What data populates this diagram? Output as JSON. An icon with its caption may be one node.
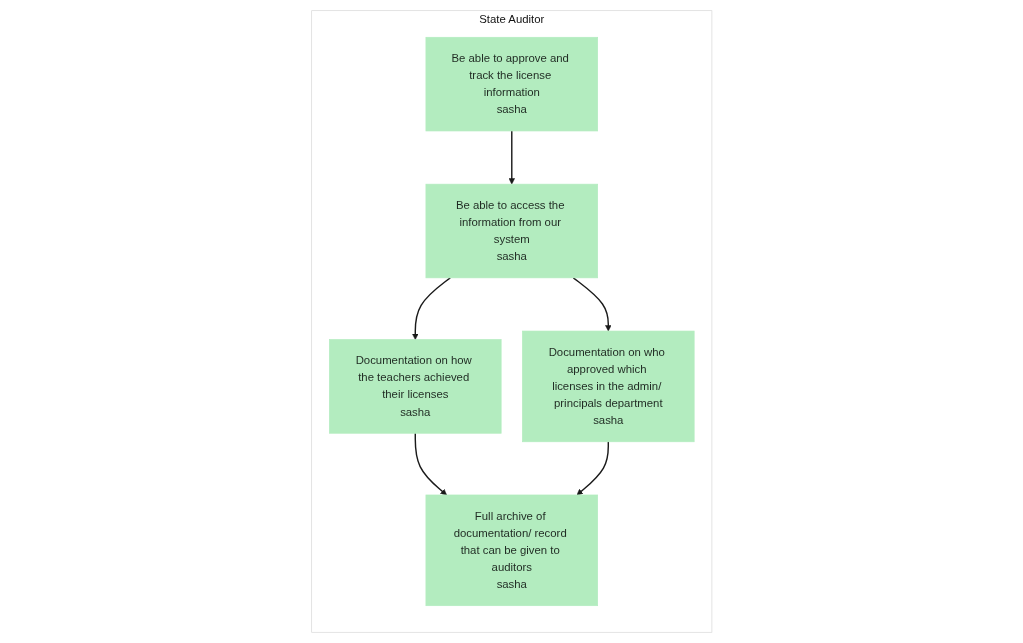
{
  "diagram": {
    "nodes": [
      {
        "text": [
          "State Auditor"
        ]
      },
      {
        "text": [
          "Be able to approve and track the license information",
          "sasha"
        ],
        "in": 0
      },
      {
        "text": [
          "Be able to access the information from our system",
          "sasha"
        ],
        "in": 0
      },
      {
        "text": [
          "Documentation on how the teachers achieved their licenses",
          "sasha"
        ],
        "in": 0
      },
      {
        "text": [
          "Documentation on who approved which licenses in the admin/ principals department",
          "sasha"
        ],
        "in": 0
      },
      {
        "text": [
          "Full archive of documentation/ record that can be given to auditors",
          "sasha"
        ],
        "in": 0
      }
    ],
    "edges": [
      {
        "from": 1,
        "to": 2,
        "arrow": "to"
      },
      {
        "from": 2,
        "to": 3,
        "arrow": "to"
      },
      {
        "from": 2,
        "to": 4,
        "arrow": "to"
      },
      {
        "from": 3,
        "to": 5,
        "arrow": "to"
      },
      {
        "from": 4,
        "to": 5,
        "arrow": "to"
      }
    ]
  }
}
